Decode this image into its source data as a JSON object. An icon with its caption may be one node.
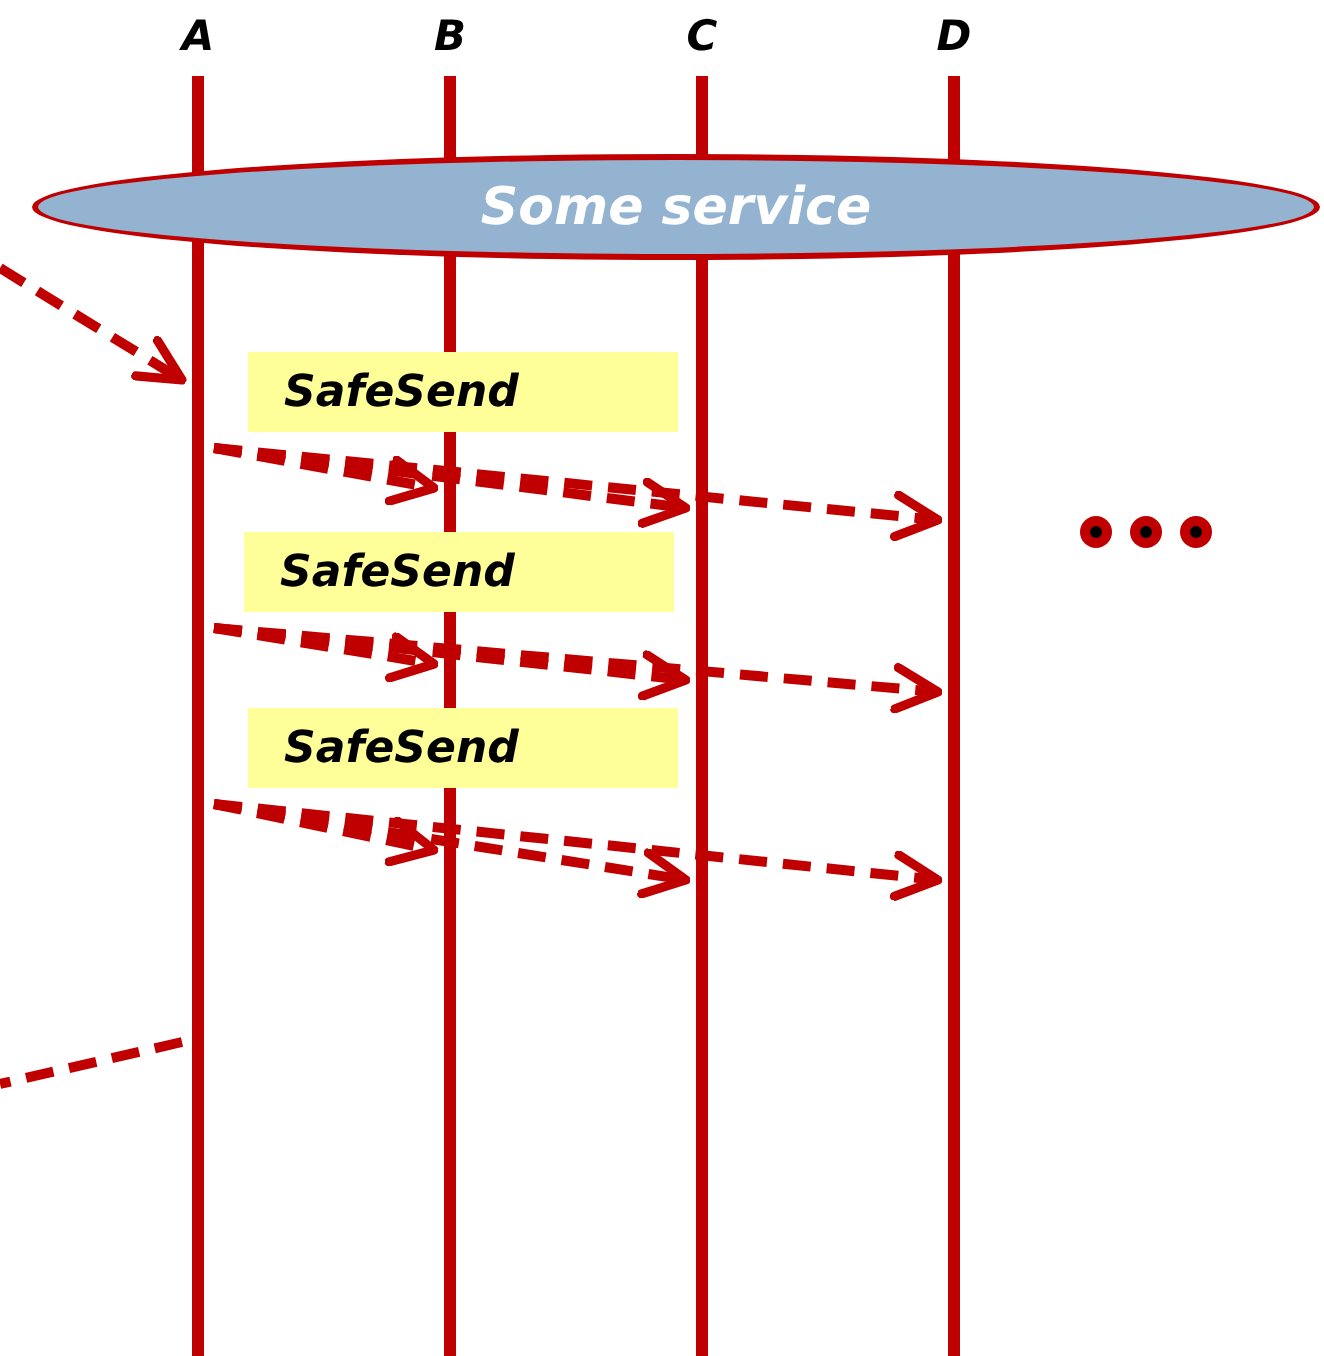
{
  "diagram": {
    "nodes": [
      {
        "text": [
          "A"
        ]
      },
      {
        "text": [
          "B"
        ]
      },
      {
        "text": [
          "C"
        ]
      },
      {
        "text": [
          "D"
        ]
      },
      {
        "text": [
          "Some service"
        ]
      },
      {
        "text": [
          "SafeSend"
        ]
      },
      {
        "text": [
          "SafeSend"
        ]
      },
      {
        "text": [
          "SafeSend"
        ]
      }
    ],
    "edges": [
      {
        "from": null,
        "to": 0,
        "arrow": "to",
        "style": "dashed"
      },
      {
        "from": 0,
        "to": 1,
        "arrow": "to",
        "style": "dashed"
      },
      {
        "from": 0,
        "to": 2,
        "arrow": "to",
        "style": "dashed"
      },
      {
        "from": 0,
        "to": 3,
        "arrow": "to",
        "style": "dashed"
      },
      {
        "from": 0,
        "to": 1,
        "arrow": "to",
        "style": "dashed"
      },
      {
        "from": 0,
        "to": 2,
        "arrow": "to",
        "style": "dashed"
      },
      {
        "from": 0,
        "to": 3,
        "arrow": "to",
        "style": "dashed"
      },
      {
        "from": 0,
        "to": 1,
        "arrow": "to",
        "style": "dashed"
      },
      {
        "from": 0,
        "to": 2,
        "arrow": "to",
        "style": "dashed"
      },
      {
        "from": 0,
        "to": 3,
        "arrow": "to",
        "style": "dashed"
      },
      {
        "from": 0,
        "to": null,
        "arrow": "none",
        "style": "dashed"
      }
    ]
  }
}
